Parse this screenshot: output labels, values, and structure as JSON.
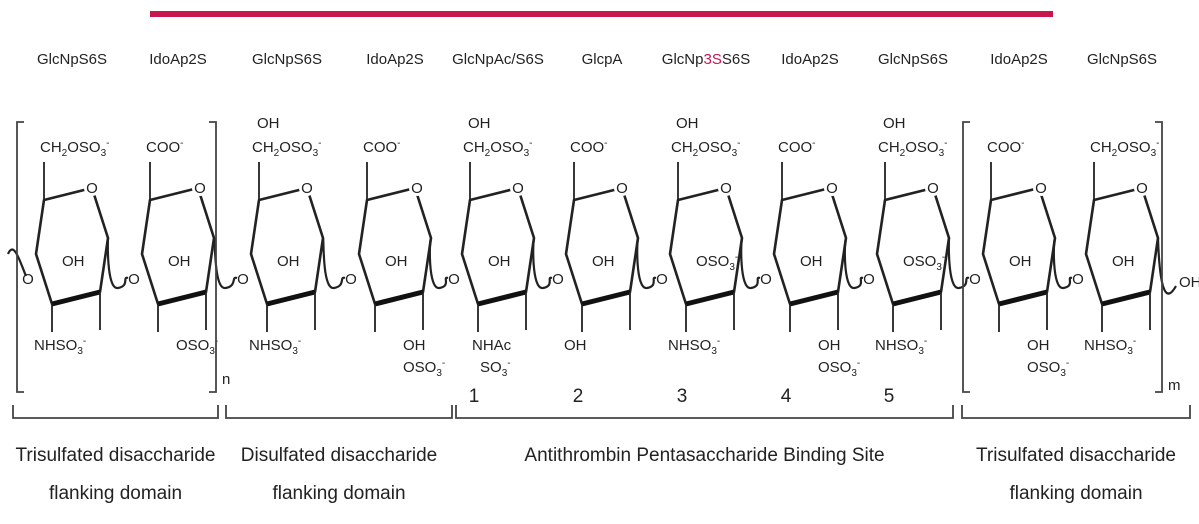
{
  "colors": {
    "accent": "#c8174f",
    "ink": "#222222"
  },
  "units": [
    {
      "name": "GlcNpS6S",
      "type": "glc",
      "sub": {
        "top": "CH2OSO3-",
        "mid": "OH",
        "bottom": "NHSO3-"
      }
    },
    {
      "name": "IdoAp2S",
      "type": "ido",
      "sub": {
        "top": "COO-",
        "mid": "OH",
        "bottom": "OSO3-"
      }
    },
    {
      "name": "GlcNpS6S",
      "type": "glc",
      "sub": {
        "top": "OH CH2OSO3-",
        "mid": "OH",
        "bottom": "NHSO3-"
      }
    },
    {
      "name": "IdoAp2S",
      "type": "ido",
      "sub": {
        "top": "COO-",
        "mid": "OH",
        "bottom": "OH OSO3-"
      }
    },
    {
      "name": "GlcNpAc/S6S",
      "type": "glc",
      "sub": {
        "top": "OH CH2OSO3-",
        "mid": "OH",
        "bottom": "NHAc SO3-"
      },
      "number": "1"
    },
    {
      "name": "GlcpA",
      "type": "glc",
      "sub": {
        "top": "COO-",
        "mid": "OH",
        "bottom": "OH"
      },
      "number": "2"
    },
    {
      "name_parts": [
        "GlcNp",
        "3S",
        "S6S"
      ],
      "type": "glc",
      "sub": {
        "top": "OH CH2OSO3-",
        "mid": "OSO3-",
        "bottom": "NHSO3-"
      },
      "number": "3"
    },
    {
      "name": "IdoAp2S",
      "type": "ido",
      "sub": {
        "top": "COO-",
        "mid": "OH",
        "bottom": "OH OSO3-"
      },
      "number": "4"
    },
    {
      "name": "GlcNpS6S",
      "type": "glc",
      "sub": {
        "top": "OH CH2OSO3-",
        "mid": "OSO3-",
        "bottom": "NHSO3-"
      },
      "number": "5"
    },
    {
      "name": "IdoAp2S",
      "type": "ido",
      "sub": {
        "top": "COO-",
        "mid": "OH",
        "bottom": "OH OSO3-"
      }
    },
    {
      "name": "GlcNpS6S",
      "type": "glc",
      "sub": {
        "top": "CH2OSO3-",
        "mid": "OH",
        "bottom": "NHSO3-"
      }
    }
  ],
  "repeat_labels": {
    "n": "n",
    "m": "m"
  },
  "terminal": "OH",
  "domains": [
    {
      "line1": "Trisulfated disaccharide",
      "line2": "flanking domain",
      "accent": false
    },
    {
      "line1": "Disulfated disaccharide",
      "line2": "flanking domain",
      "accent": false
    },
    {
      "line1": "Antithrombin Pentasaccharide Binding Site",
      "line2": "",
      "accent": true
    },
    {
      "line1": "Trisulfated disaccharide",
      "line2": "flanking domain",
      "accent": false
    }
  ]
}
